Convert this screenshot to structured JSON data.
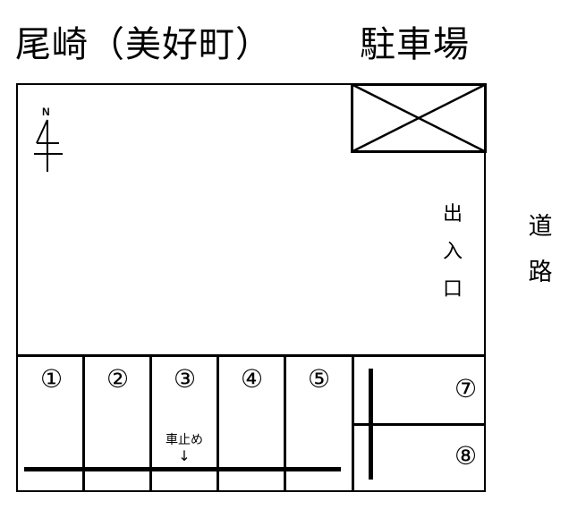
{
  "header": {
    "location_title": "尾崎（美好町）",
    "parking_title": "駐車場"
  },
  "compass": {
    "label": "N",
    "icon": "north-arrow-icon"
  },
  "map": {
    "building_marker": "x-box-icon",
    "entrance_label": [
      "出",
      "入",
      "口"
    ],
    "road_label": [
      "道",
      "路"
    ],
    "wheel_stop_label": "車止め",
    "wheel_stop_arrow": "↓"
  },
  "parking_spots": {
    "bottom_row": [
      {
        "number": "①"
      },
      {
        "number": "②"
      },
      {
        "number": "③"
      },
      {
        "number": "④"
      },
      {
        "number": "⑤"
      }
    ],
    "right_column": [
      {
        "number": "⑦"
      },
      {
        "number": "⑧"
      }
    ]
  },
  "colors": {
    "line": "#000000",
    "background": "#ffffff"
  }
}
